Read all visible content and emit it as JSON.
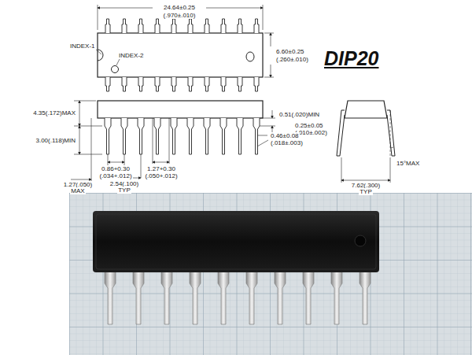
{
  "diagram": {
    "title": "DIP20",
    "labels": [
      "24.64±0.25",
      "(.970±.010)",
      "INDEX-1",
      "INDEX-2",
      "6.60±0.25",
      "(.260±.010)",
      "4.35(.172)MAX",
      "3.00(.118)MIN",
      "0.51(.020)MIN",
      "0.25±0.05",
      "(.010±.002)",
      "0.46±0.08",
      "(.018±.003)",
      "0.86+0.30",
      "(.034+.012)",
      "1.27+0.30",
      "(.050+.012)",
      "1.27(.050)",
      "MAX",
      "2.54(.100)",
      "TYP",
      "7.62(.300)",
      "TYP",
      "15°MAX"
    ]
  }
}
